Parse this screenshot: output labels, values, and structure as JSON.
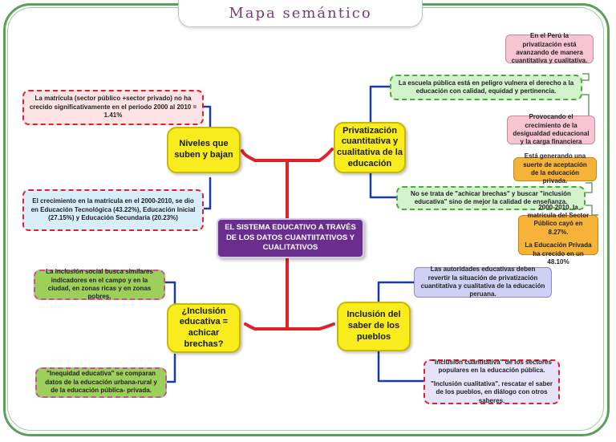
{
  "title": "Mapa semántico",
  "center": "EL SISTEMA EDUCATIVO A TRAVÉS DE LOS DATOS CUANTIITATIVOS Y CUALITATIVOS",
  "branches": {
    "niveles": "Niveles que suben y bajan",
    "privatizacion": "Privatización cuantitativa y cualitativa de la educación",
    "inclusion_brechas": "¿Inclusión educativa = achicar brechas?",
    "inclusion_saber": "Inclusión del saber de los pueblos"
  },
  "notes": {
    "matricula": "La matrícula (sector público +sector privado) no ha crecido significativamente en el periodo 2000 al 2010 = 1.41%",
    "crecimiento": "El crecimiento en la matrícula en el 2000-2010, se dio en Educación Tecnológica (43.22%), Educación Inicial (27.15%) y Educación Secundaria (20.23%)",
    "peru_privatizacion": "En el Perú la privatización está avanzando de manera cuantitativa y cualitativa.",
    "escuela_publica": "La escuela pública está en peligro vulnera el derecho a la educación con calidad, equidad y pertinencia.",
    "desigualdad": "Provocando el crecimiento de la desigualdad educacional y la carga financiera",
    "aceptacion": "Está generando una suerte de aceptación de la educación privada.",
    "no_achicar": "No se trata de \"achicar brechas\" y buscar \"inclusión educativa\" sino de mejor la calidad de enseñanza.",
    "matricula_2000_2010": "2000-2010, la matrícula del Sector Público cayó en 8.27%.",
    "privada_crecido": "La Educación Privada ha crecido en un 48.10%",
    "inclusion_social": "La inclusión social busca similares indicadores en el campo y en la ciudad, en zonas ricas y en zonas pobres.",
    "inequidad": "\"Inequidad educativa\" se comparan datos de la educación urbana-rural y de la educación pública- privada.",
    "autoridades": "Las autoridades educativas deben revertir la situación de privatización cuantitativa y cualitativa de la educación peruana.",
    "inclusion_cuantitativa": "\"Inclusión cuantitativa\" de los sectores populares en la educación pública.",
    "inclusion_cualitativa": "\"Inclusión cualitativa\". rescatar el saber de los pueblos, en diálogo con otros saberes."
  },
  "colors": {
    "red_line": "#e1202a",
    "blue_line": "#1a3aa8",
    "yellow": "#f8ec1c",
    "purple": "#6a2f8e",
    "frame": "#5aa05a"
  }
}
